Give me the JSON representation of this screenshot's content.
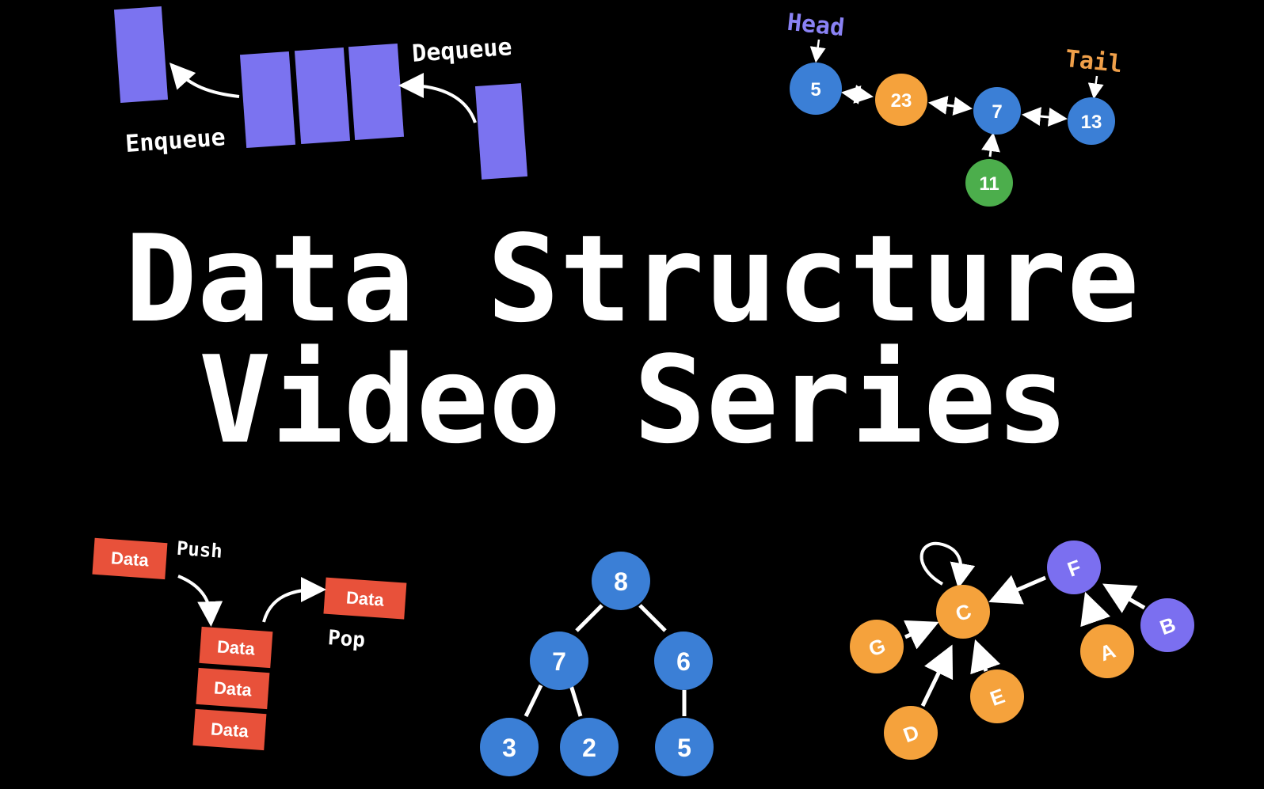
{
  "title": {
    "line1": "Data Structure",
    "line2": "Video Series"
  },
  "colors": {
    "background": "#000000",
    "queue": "#7b73f0",
    "node_blue": "#3b7fd6",
    "node_orange": "#f5a23c",
    "node_green": "#4cae4c",
    "node_purple": "#7b6ff0",
    "stack": "#e8513a",
    "head_label": "#8a82f5",
    "tail_label": "#f0a04a"
  },
  "queue": {
    "enqueue_label": "Enqueue",
    "dequeue_label": "Dequeue"
  },
  "linked_list": {
    "head_label": "Head",
    "tail_label": "Tail",
    "nodes": [
      "5",
      "23",
      "7",
      "13"
    ],
    "inserted_node": "11"
  },
  "stack": {
    "push_label": "Push",
    "pop_label": "Pop",
    "pushed_item": "Data",
    "popped_item": "Data",
    "items": [
      "Data",
      "Data",
      "Data"
    ]
  },
  "tree": {
    "root": "8",
    "level1": [
      "7",
      "6"
    ],
    "level2": [
      "3",
      "2",
      "5"
    ]
  },
  "graph": {
    "nodes": [
      "F",
      "C",
      "G",
      "B",
      "A",
      "E",
      "D"
    ]
  }
}
